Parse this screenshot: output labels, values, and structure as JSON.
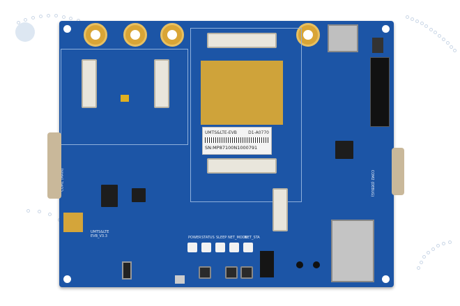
{
  "board": {
    "color": "#1c55a6",
    "label": {
      "line1": "UMTS&LTE-EVB",
      "line1_right": "D1-A0770",
      "serial": "SN:MP87100N1000791"
    },
    "com1": "COM1 (MAIN)",
    "com2": "COM2 (DEBUG)",
    "version": "UMTS&LTE EVB_V3.3",
    "leds": [
      "POWER",
      "STATUS",
      "SLEEP",
      "NET_MODE",
      "NET_STA"
    ]
  }
}
